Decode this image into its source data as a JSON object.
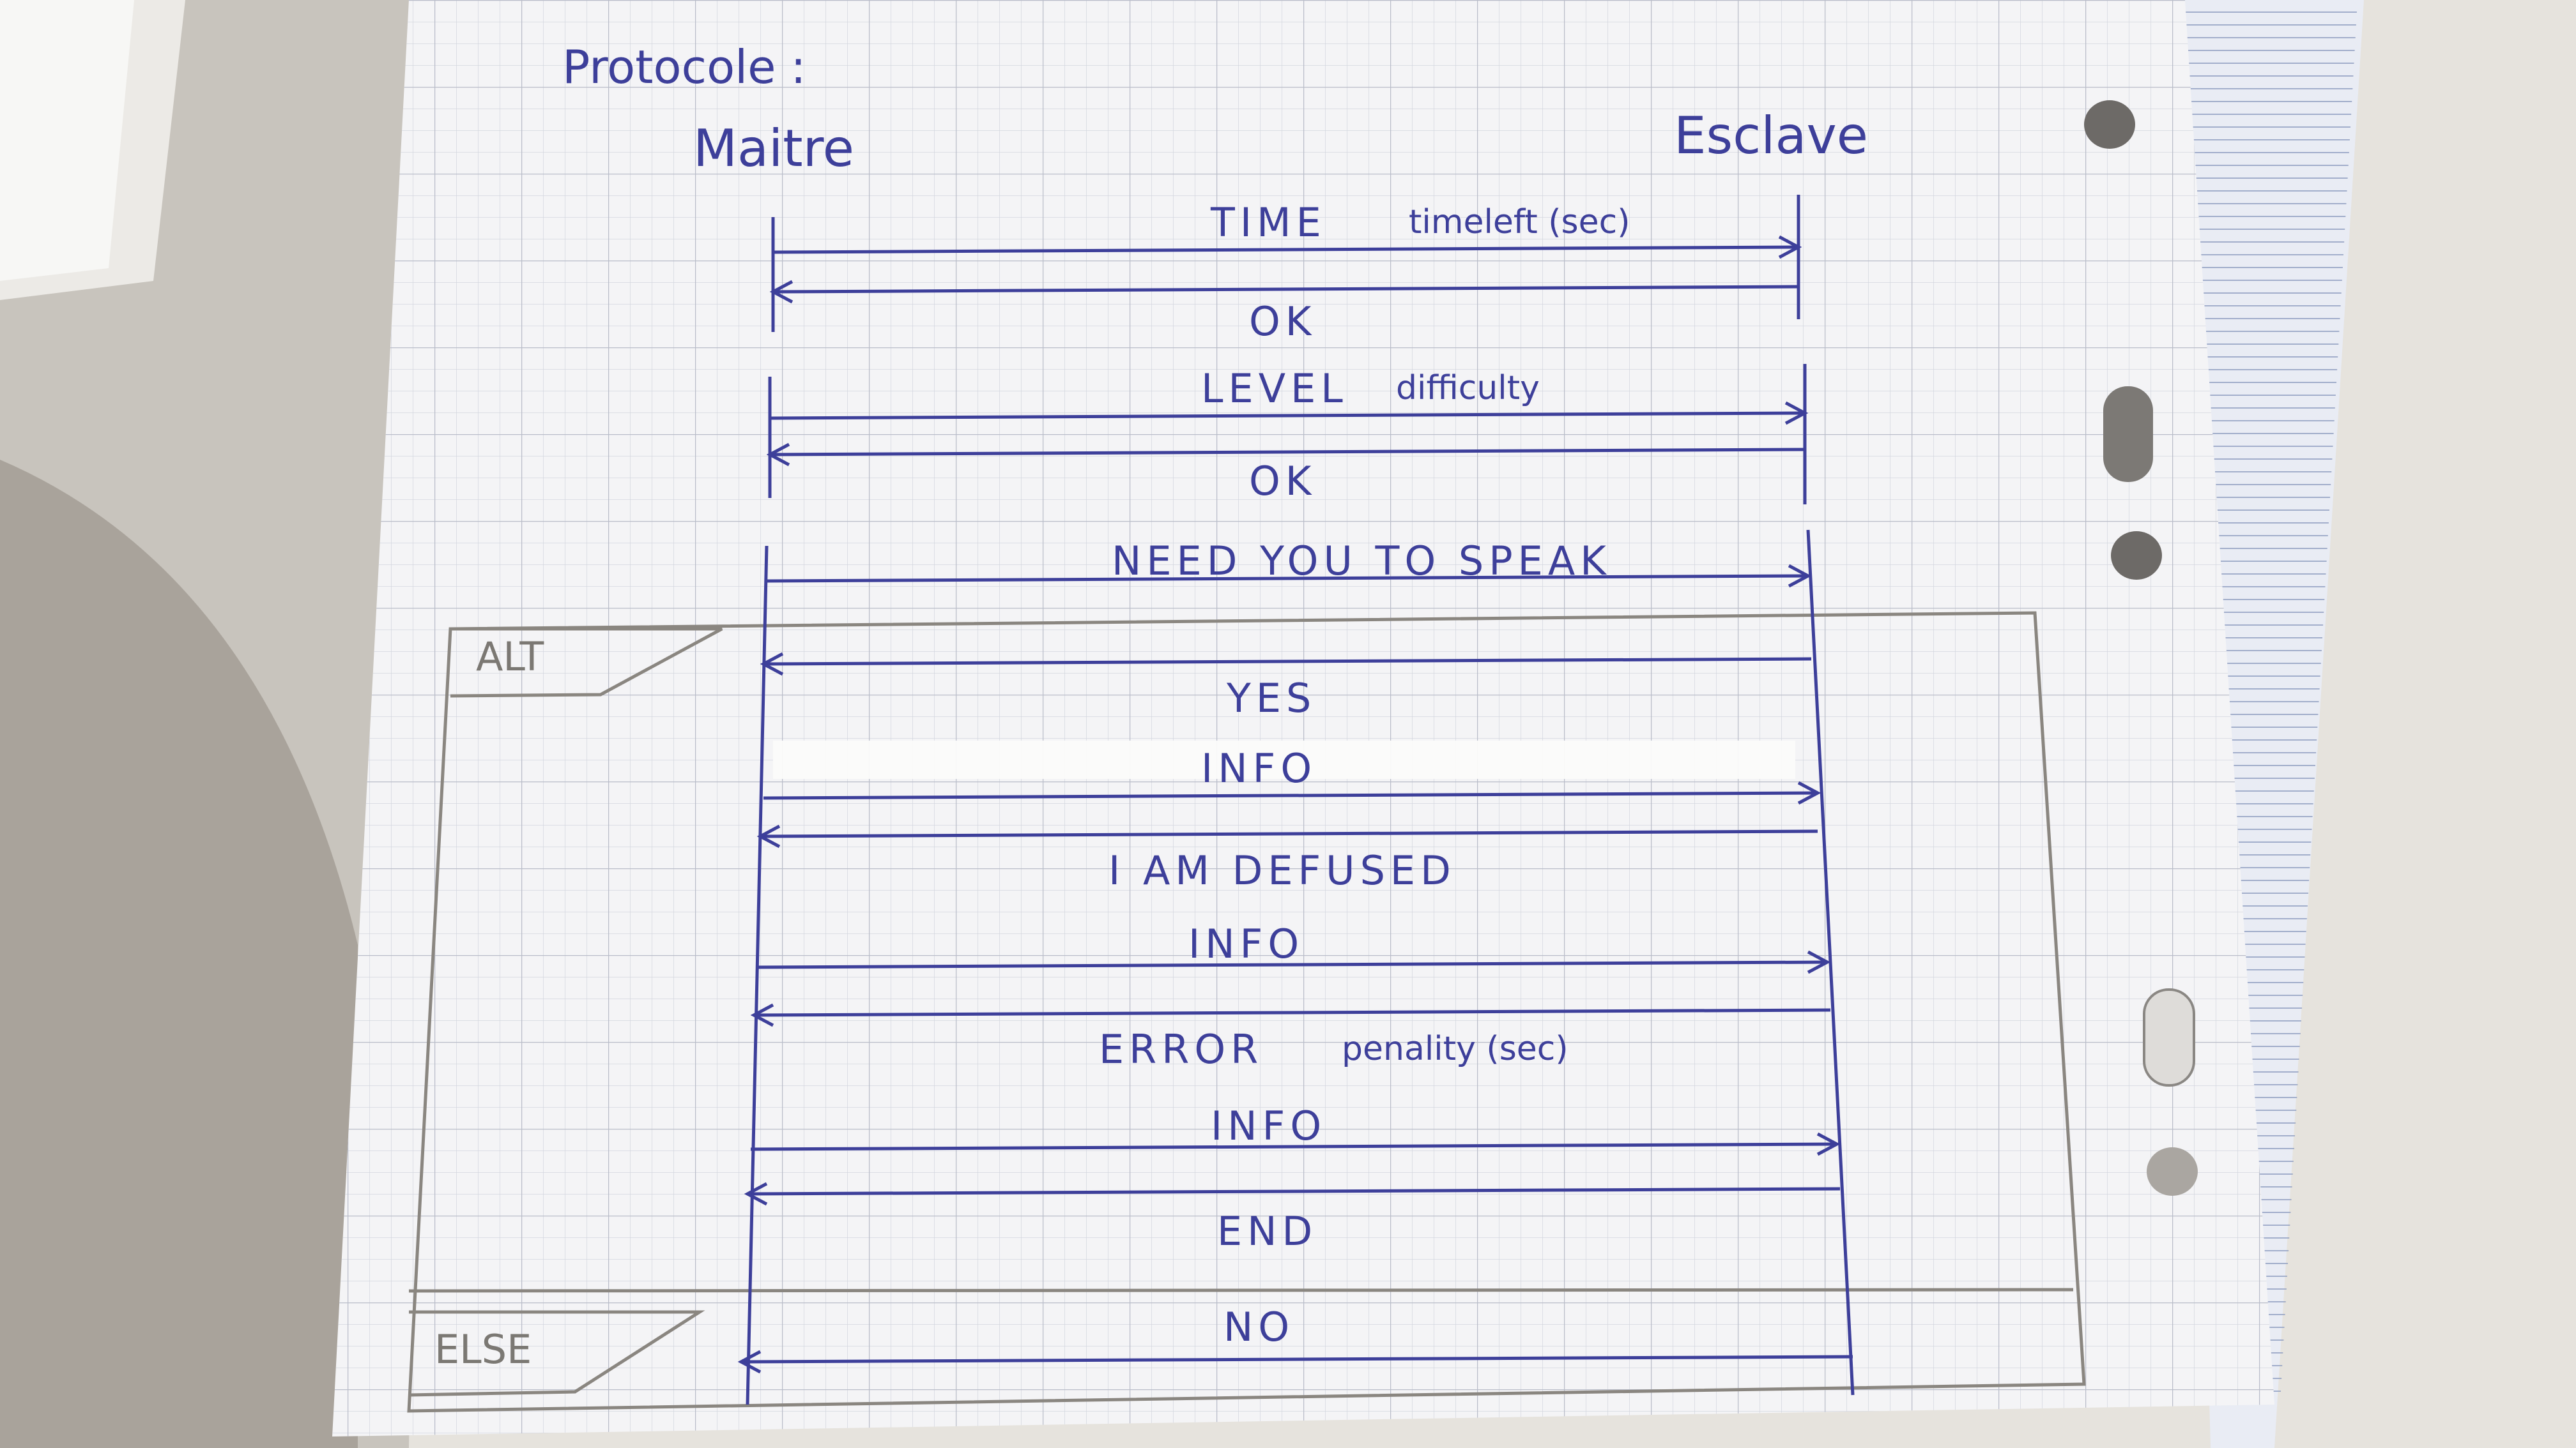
{
  "title": "Protocole :",
  "participants": {
    "left": "Maitre",
    "right": "Esclave"
  },
  "fragments": {
    "alt_label": "ALT",
    "else_label": "ELSE"
  },
  "messages": [
    {
      "label": "TIME",
      "param": "timeleft (sec)",
      "direction": "right"
    },
    {
      "label": "OK",
      "param": "",
      "direction": "left"
    },
    {
      "label": "LEVEL",
      "param": "difficulty",
      "direction": "right"
    },
    {
      "label": "OK",
      "param": "",
      "direction": "left"
    },
    {
      "label": "NEED YOU TO SPEAK",
      "param": "",
      "direction": "right"
    },
    {
      "label": "YES",
      "param": "",
      "direction": "left"
    },
    {
      "label": "INFO",
      "param": "",
      "direction": "right"
    },
    {
      "label": "I AM DEFUSED",
      "param": "",
      "direction": "left"
    },
    {
      "label": "INFO",
      "param": "",
      "direction": "right"
    },
    {
      "label": "ERROR",
      "param": "penality (sec)",
      "direction": "left"
    },
    {
      "label": "INFO",
      "param": "",
      "direction": "right"
    },
    {
      "label": "END",
      "param": "",
      "direction": "left"
    },
    {
      "label": "NO",
      "param": "",
      "direction": "left"
    }
  ],
  "colors": {
    "ink": "#3d3f9a",
    "pencil": "#7b7873",
    "paper": "#f4f4f6",
    "grid": "#c9cdd8"
  }
}
